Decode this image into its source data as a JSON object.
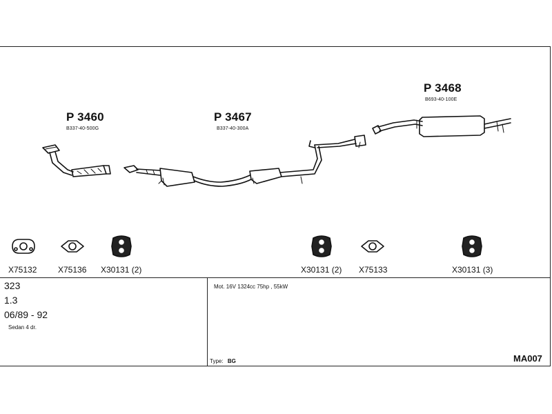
{
  "parts": [
    {
      "code": "P 3460",
      "oem": "B337-40-500G"
    },
    {
      "code": "P 3467",
      "oem": "B337-40-300A"
    },
    {
      "code": "P 3468",
      "oem": "B693-40-100E"
    }
  ],
  "accessories": [
    {
      "code": "X75132",
      "icon": "gasket-icon"
    },
    {
      "code": "X75136",
      "icon": "gasket-icon"
    },
    {
      "code": "X30131 (2)",
      "icon": "rubber-hanger-icon"
    },
    {
      "code": "X30131 (2)",
      "icon": "rubber-hanger-icon"
    },
    {
      "code": "X75133",
      "icon": "gasket-icon"
    },
    {
      "code": "X30131 (3)",
      "icon": "rubber-hanger-icon"
    }
  ],
  "vehicle": {
    "model": "323",
    "engine": "1.3",
    "years": "06/89 - 92",
    "body": "Sedan 4 dr."
  },
  "details": {
    "motor": "Mot. 16V 1324cc 75hp , 55kW",
    "type_label": "Type:",
    "type_value": "BG",
    "ref": "MA007"
  }
}
